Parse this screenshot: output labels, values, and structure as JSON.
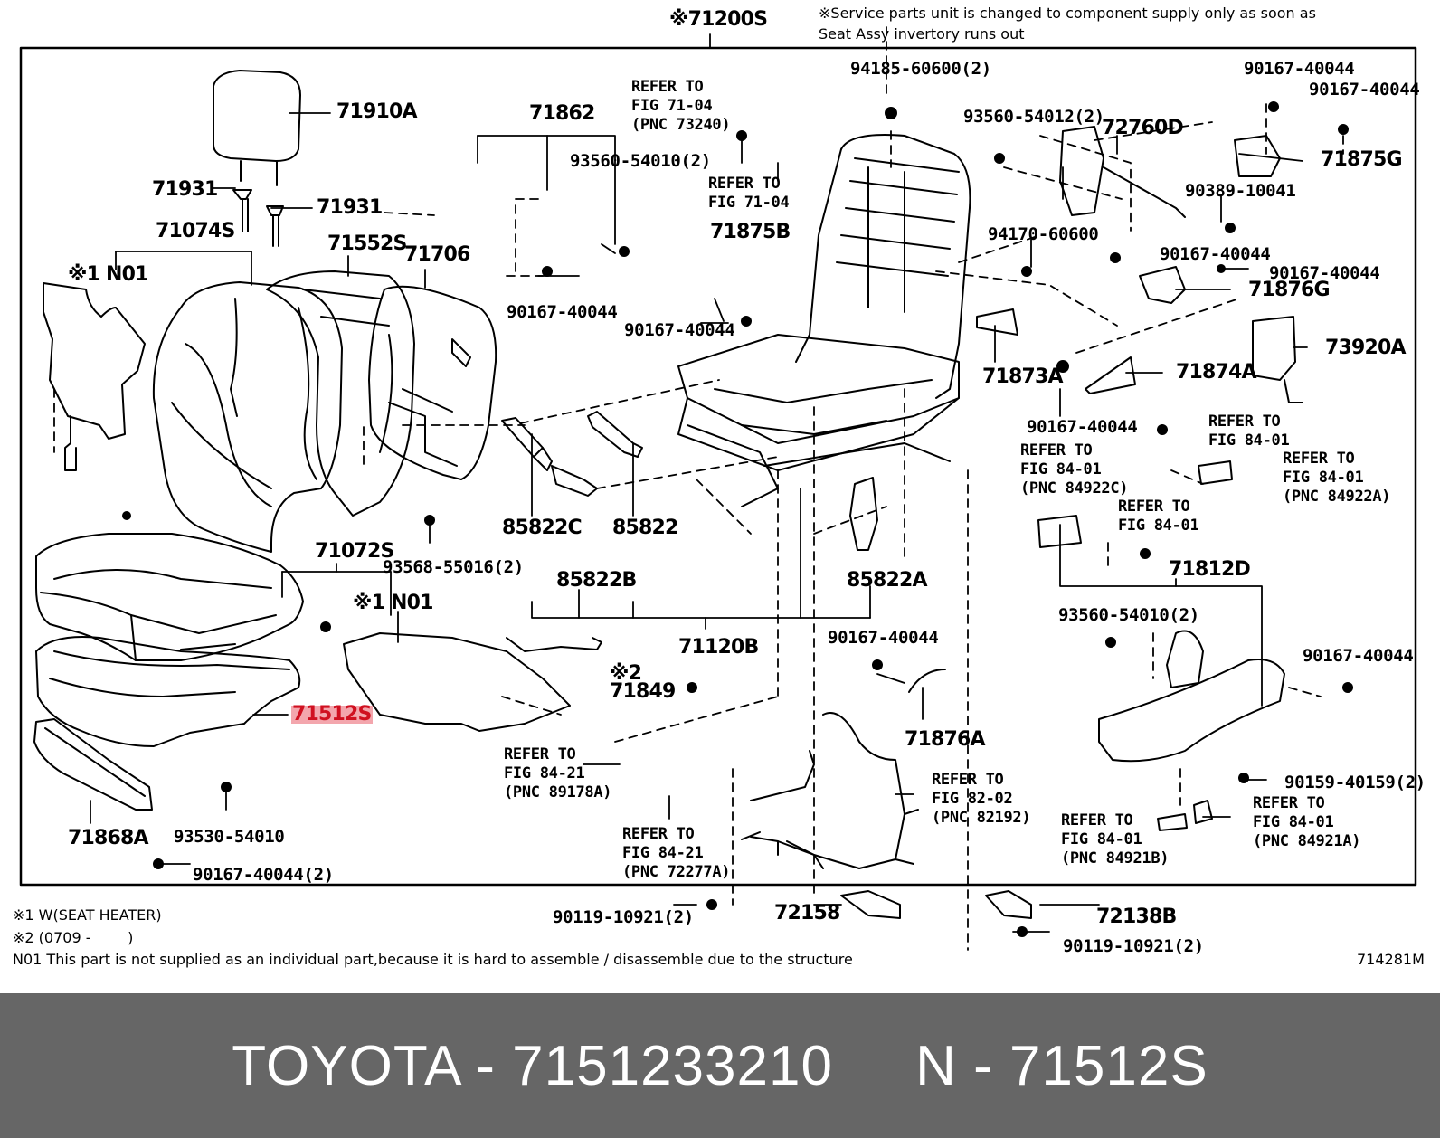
{
  "header": {
    "assembly_code": "※71200S",
    "service_note_line1": "※Service parts unit is changed to component supply only as soon as",
    "service_note_line2": "Seat Assy invertory runs out"
  },
  "labels": {
    "l71910A": "71910A",
    "l71931a": "71931",
    "l71931b": "71931",
    "l71074S": "71074S",
    "l71552S": "71552S",
    "l71706": "71706",
    "l71862": "71862",
    "lN01a": "※1 N01",
    "lN01b": "※1 N01",
    "l93560_54010": "93560-54010(2)",
    "l90167_40044_a": "90167-40044",
    "l93568": "93568-55016(2)",
    "l71072S": "71072S",
    "l71512S": "71512S",
    "l71868A": "71868A",
    "l93530": "93530-54010",
    "l90167_40044_2b": "90167-40044(2)",
    "l85822C": "85822C",
    "l85822": "85822",
    "l85822B": "85822B",
    "l85822A": "85822A",
    "l71120B": "71120B",
    "l71849": "※2\n71849",
    "l90167_40044_c": "90167-40044",
    "l71876A": "71876A",
    "l90119a": "90119-10921(2)",
    "l72158": "72158",
    "l72138B": "72138B",
    "l90119b": "90119-10921(2)",
    "l71875B": "71875B",
    "l90167_40044_d": "90167-40044",
    "l94185": "94185-60600(2)",
    "l93560_54012": "93560-54012(2)",
    "l72760D": "72760D",
    "l94170": "94170-60600",
    "l71873A": "71873A",
    "l90167_40044_e": "90167-40044",
    "l71874A": "71874A",
    "l90167_40044_f": "90167-40044",
    "l90167_40044_g": "90167-40044",
    "l71875G": "71875G",
    "l90389": "90389-10041",
    "l90167_40044_h": "90167-40044",
    "l90167_40044_i": "90167-40044",
    "l71876G": "71876G",
    "l73920A": "73920A",
    "l71812D": "71812D",
    "l93560_54010b": "93560-54010(2)",
    "l90167_40044_j": "90167-40044",
    "l90159": "90159-40159(2)"
  },
  "refs": {
    "r73240": "REFER TO\nFIG 71-04\n(PNC 73240)",
    "r7104": "REFER TO\nFIG 71-04",
    "r8401a": "REFER TO\nFIG 84-01",
    "r84922A": "REFER TO\nFIG 84-01\n(PNC 84922A)",
    "r84922C": "REFER TO\nFIG 84-01\n(PNC 84922C)",
    "r8401b": "REFER TO\nFIG 84-01",
    "r89178A": "REFER TO\nFIG 84-21\n(PNC 89178A)",
    "r72277A": "REFER TO\nFIG 84-21\n(PNC 72277A)",
    "r82192": "REFER TO\nFIG 82-02\n(PNC 82192)",
    "r84921B": "REFER TO\nFIG 84-01\n(PNC 84921B)",
    "r84921A": "REFER TO\nFIG 84-01\n(PNC 84921A)"
  },
  "footnotes": {
    "note1": "※1 W(SEAT HEATER)",
    "note2": "※2 (0709 -        )",
    "note3": "N01 This part is not supplied as an individual part,because it is hard to assemble / disassemble due to the structure",
    "figure_code": "714281M"
  },
  "banner": {
    "text": "TOYOTA - 7151233210     N - 71512S"
  },
  "colors": {
    "banner_bg": "#666666",
    "highlight_bg": "#f3a6ad",
    "highlight_text": "#d01020"
  }
}
